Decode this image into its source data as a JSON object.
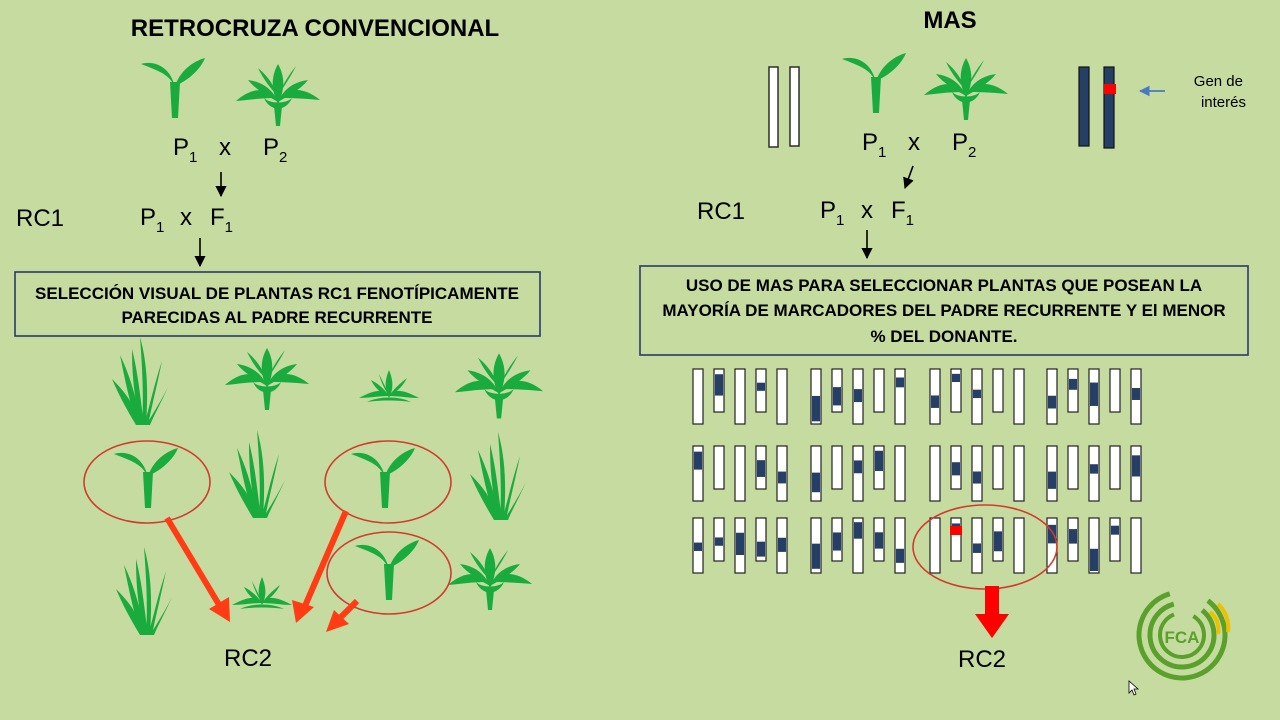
{
  "left": {
    "title": "RETROCRUZA CONVENCIONAL",
    "parent1": {
      "letter": "P",
      "sub": "1"
    },
    "cross_symbol": "x",
    "parent2": {
      "letter": "P",
      "sub": "2"
    },
    "rc1_label": "RC1",
    "rc1_parent": {
      "letter": "P",
      "sub": "1"
    },
    "rc1_f1": {
      "letter": "F",
      "sub": "1"
    },
    "selection_box": {
      "line1": "SELECCIÓN VISUAL  DE PLANTAS RC1 FENOTÍPICAMENTE",
      "line2": "PARECIDAS AL PADRE RECURRENTE"
    },
    "rc2_label": "RC2"
  },
  "right": {
    "title": "MAS",
    "parent1": {
      "letter": "P",
      "sub": "1"
    },
    "cross_symbol": "x",
    "parent2": {
      "letter": "P",
      "sub": "2"
    },
    "gene_label": {
      "line1": "Gen de",
      "line2": "interés"
    },
    "rc1_label": "RC1",
    "rc1_parent": {
      "letter": "P",
      "sub": "1"
    },
    "rc1_f1": {
      "letter": "F",
      "sub": "1"
    },
    "selection_box": {
      "line1": "USO  DE MAS PARA SELECCIONAR  PLANTAS QUE POSEAN LA",
      "line2": "MAYORÍA DE MARCADORES DEL PADRE RECURRENTE Y El MENOR",
      "line3": "% DEL DONANTE."
    },
    "rc2_label": "RC2"
  },
  "logo": {
    "text": "FCA"
  },
  "colors": {
    "background": "#c5dba0",
    "plant": "#1aab3f",
    "donor_segment": "#263f66",
    "gene_marker": "#ff0000",
    "selection_circle": "#d23a2f",
    "arrow": "#ff3c13",
    "gene_pointer": "#4a78c2"
  }
}
